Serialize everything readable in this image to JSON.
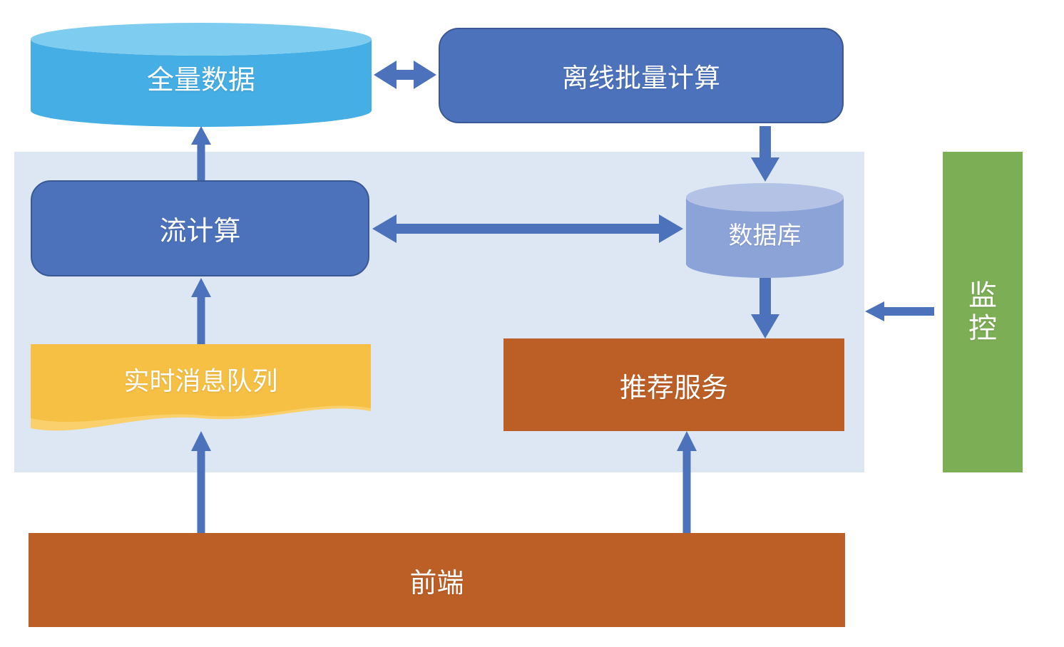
{
  "diagram": {
    "panel": {
      "name": "realtime-area",
      "color": "#DCE7F3"
    },
    "arrow_color": "#4C72BC",
    "nodes": {
      "full_data": {
        "label": "全量数据",
        "shape": "cylinder",
        "color": "#45AEE5",
        "top_color": "#7ECDF0",
        "text_color": "#FFFFFF"
      },
      "offline_batch": {
        "label": "离线批量计算",
        "shape": "rounded-rect",
        "color": "#4C72BC",
        "border_color": "#3A5894",
        "text_color": "#FFFFFF"
      },
      "stream_compute": {
        "label": "流计算",
        "shape": "rounded-rect",
        "color": "#4C72BC",
        "border_color": "#3A5894",
        "text_color": "#FFFFFF"
      },
      "database": {
        "label": "数据库",
        "shape": "cylinder",
        "color": "#8CA3D8",
        "top_color": "#B3C2E5",
        "text_color": "#FFFFFF"
      },
      "realtime_queue": {
        "label": "实时消息队列",
        "shape": "wave",
        "color": "#F6C044",
        "echo_color": "#F9D06B",
        "text_color": "#FFFFFF"
      },
      "recommend_service": {
        "label": "推荐服务",
        "shape": "rect",
        "color": "#BC5F27",
        "text_color": "#FFFFFF"
      },
      "frontend": {
        "label": "前端",
        "shape": "rect",
        "color": "#BC5F27",
        "text_color": "#FFFFFF"
      },
      "monitor": {
        "label": "监控",
        "shape": "rect",
        "color": "#7CAE55",
        "text_color": "#FFFFFF"
      }
    },
    "connections": [
      {
        "from": "full_data",
        "to": "offline_batch",
        "type": "bidirectional"
      },
      {
        "from": "offline_batch",
        "to": "database",
        "type": "one-way"
      },
      {
        "from": "stream_compute",
        "to": "full_data",
        "type": "one-way"
      },
      {
        "from": "stream_compute",
        "to": "database",
        "type": "bidirectional"
      },
      {
        "from": "database",
        "to": "recommend_service",
        "type": "one-way"
      },
      {
        "from": "realtime_queue",
        "to": "stream_compute",
        "type": "one-way"
      },
      {
        "from": "frontend",
        "to": "realtime_queue",
        "type": "one-way"
      },
      {
        "from": "frontend",
        "to": "recommend_service",
        "type": "one-way"
      },
      {
        "from": "monitor",
        "to": "realtime-area",
        "type": "one-way"
      }
    ]
  }
}
